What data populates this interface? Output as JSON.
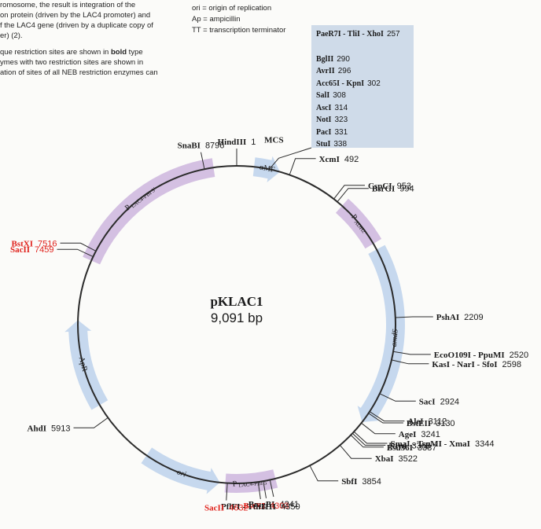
{
  "intro": {
    "para1": [
      "romosome, the result is integration of the",
      "on protein (driven by the LAC4 promoter) and",
      "f the LAC4 gene (driven by a duplicate copy of",
      "er) (2)."
    ],
    "para2_prefix": "que restriction sites are shown in ",
    "para2_bold": "bold",
    "para2_suffix": " type",
    "para2_lines": [
      "ymes with two restriction sites are shown in",
      "ation of sites of all NEB restriction enzymes can"
    ]
  },
  "legend": [
    "ori = origin of replication",
    "Ap = ampicillin",
    "TT = transcription terminator"
  ],
  "plasmid": {
    "name": "pKLAC1",
    "size_label": "9,091 bp",
    "total_bp": 9091
  },
  "mcs": {
    "label": "MCS",
    "sites": [
      {
        "name": "PaeR7I - TliI - XhoI",
        "pos": "257"
      },
      {
        "name": "BglII",
        "pos": "290"
      },
      {
        "name": "AvrII",
        "pos": "296"
      },
      {
        "name": "Acc65I - KpnI",
        "pos": "302"
      },
      {
        "name": "SalI",
        "pos": "308"
      },
      {
        "name": "AscI",
        "pos": "314"
      },
      {
        "name": "NotI",
        "pos": "323"
      },
      {
        "name": "PacI",
        "pos": "331"
      },
      {
        "name": "StuI",
        "pos": "338"
      }
    ]
  },
  "features": [
    {
      "id": "alpha-mf",
      "label": "αMF",
      "color": "#c6d8ee",
      "start": 160,
      "end": 400,
      "dir": 1
    },
    {
      "id": "p-adh2",
      "label": "P",
      "sub": "ADH2",
      "color": "#d4c0e2",
      "start": 1050,
      "end": 1500,
      "dir": 0
    },
    {
      "id": "amds",
      "label": "amdS",
      "color": "#c6d8ee",
      "start": 1560,
      "end": 3230,
      "dir": 1
    },
    {
      "id": "p-lac4-pbi-5",
      "label": "P",
      "sub": "LAC4-PBI 5´",
      "color": "#d4c0e2",
      "start": 4190,
      "end": 4650,
      "dir": 0
    },
    {
      "id": "ori",
      "label": "ori",
      "color": "#c6d8ee",
      "start": 4700,
      "end": 5420,
      "dir": -1
    },
    {
      "id": "ap-r",
      "label": "ApR",
      "color": "#c6d8ee",
      "start": 6050,
      "end": 6860,
      "dir": 1
    },
    {
      "id": "p-lac4-pbi-3",
      "label": "P",
      "sub": "LAC4-PBI 3´",
      "color": "#d4c0e2",
      "start": 7420,
      "end": 8880,
      "dir": 0
    }
  ],
  "sites": [
    {
      "id": "hindiii",
      "name": "HindIII",
      "pos": "1",
      "bp": 1,
      "red": false
    },
    {
      "id": "snabi",
      "name": "SnaBI",
      "pos": "8796",
      "bp": 8796,
      "red": false
    },
    {
      "id": "xcmi",
      "name": "XcmI",
      "pos": "492",
      "bp": 492,
      "red": false
    },
    {
      "id": "cspci",
      "name": "CspCI",
      "pos": "953",
      "bp": 953,
      "red": false
    },
    {
      "id": "bsrgi",
      "name": "BsrGI",
      "pos": "994",
      "bp": 994,
      "red": false
    },
    {
      "id": "pshai",
      "name": "PshAI",
      "pos": "2209",
      "bp": 2209,
      "red": false
    },
    {
      "id": "eco0109i",
      "name": "EcoO109I - PpuMI",
      "pos": "2520",
      "bp": 2520,
      "red": false
    },
    {
      "id": "kasi",
      "name": "KasI - NarI - SfoI",
      "pos": "2598",
      "bp": 2598,
      "red": false
    },
    {
      "id": "saci",
      "name": "SacI",
      "pos": "2924",
      "bp": 2924,
      "red": false
    },
    {
      "id": "alei",
      "name": "AleI",
      "pos": "3112",
      "bp": 3112,
      "red": false
    },
    {
      "id": "bsteii",
      "name": "BstEII",
      "pos": "3130",
      "bp": 3130,
      "red": false
    },
    {
      "id": "agei",
      "name": "AgeI",
      "pos": "3241",
      "bp": 3241,
      "red": false
    },
    {
      "id": "smai",
      "name": "SmaI - TspMI - XmaI",
      "pos": "3344",
      "bp": 3344,
      "red": false
    },
    {
      "id": "nrui",
      "name": "NruI",
      "pos": "3365",
      "bp": 3365,
      "red": false
    },
    {
      "id": "bsu36i",
      "name": "Bsu36I",
      "pos": "3387",
      "bp": 3387,
      "red": false
    },
    {
      "id": "xbai",
      "name": "XbaI",
      "pos": "3522",
      "bp": 3522,
      "red": false
    },
    {
      "id": "sbfi",
      "name": "SbfI",
      "pos": "3854",
      "bp": 3854,
      "red": false
    },
    {
      "id": "bmgbi",
      "name": "BmgBI",
      "pos": "4241",
      "bp": 4241,
      "red": false
    },
    {
      "id": "bstxi-4303",
      "name": "BstXI",
      "pos": "4303",
      "bp": 4303,
      "red": true
    },
    {
      "id": "pflfi",
      "name": "PflFI - Tth111I",
      "pos": "4350",
      "bp": 4350,
      "red": false
    },
    {
      "id": "sacii-4632",
      "name": "SacII",
      "pos": "4632",
      "bp": 4632,
      "red": true
    },
    {
      "id": "ahdi",
      "name": "AhdI",
      "pos": "5913",
      "bp": 5913,
      "red": false
    },
    {
      "id": "sacii-7459",
      "name": "SacII",
      "pos": "7459",
      "bp": 7459,
      "red": true
    },
    {
      "id": "bstxi-7516",
      "name": "BstXI",
      "pos": "7516",
      "bp": 7516,
      "red": true
    }
  ],
  "colors": {
    "backbone": "#2b2b2b",
    "enzyme_red": "#e0231d",
    "mcs_box": "#cfdbe9",
    "feature_blue": "#c6d8ee",
    "feature_purple": "#d4c0e2"
  }
}
